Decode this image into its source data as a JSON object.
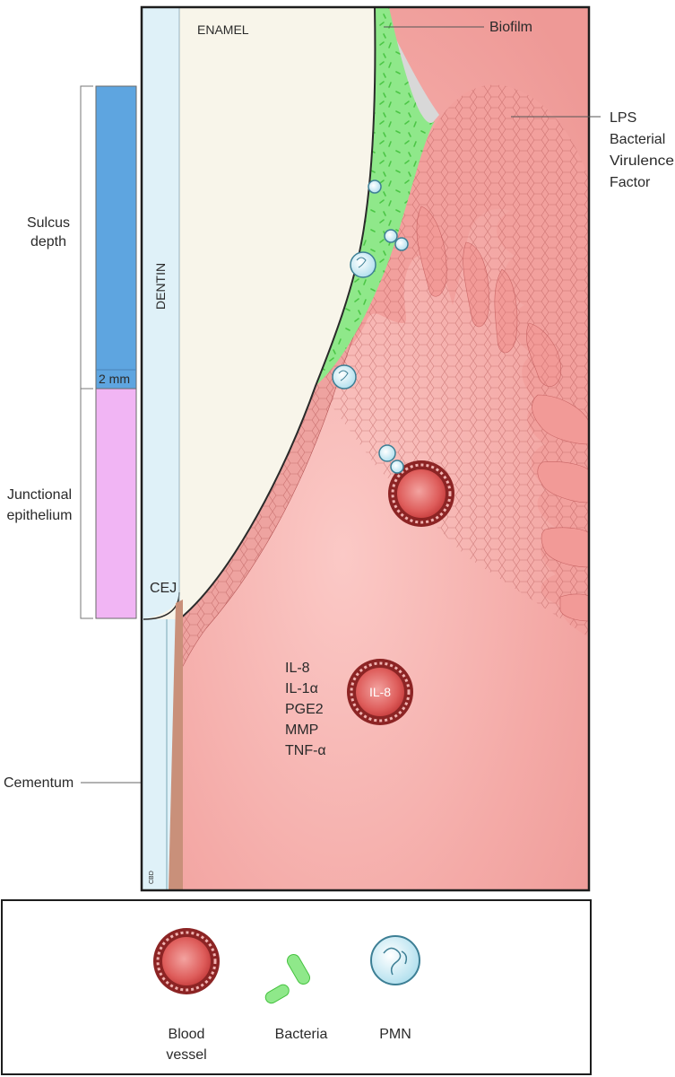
{
  "labels": {
    "enamel": "ENAMEL",
    "dentin": "DENTIN",
    "biofilm": "Biofilm",
    "lps": [
      "LPS",
      "Bacterial",
      "Virulence",
      "Factor"
    ],
    "sulcus_depth": [
      "Sulcus",
      "depth"
    ],
    "two_mm": "2 mm",
    "junctional_epithelium": [
      "Junctional",
      "epithelium"
    ],
    "cej": "CEJ",
    "cementum": "Cementum",
    "vessel_label": "IL-8",
    "credit": "CBD"
  },
  "mediators": [
    "IL-8",
    "IL-1α",
    "PGE2",
    "MMP",
    "TNF-α"
  ],
  "legend": {
    "blood_vessel": [
      "Blood",
      "vessel"
    ],
    "bacteria": "Bacteria",
    "pmn": "PMN"
  },
  "colors": {
    "sulcus_bar": "#5ea5e0",
    "junctional_bar": "#f1b5f4",
    "enamel": "#f8f5ea",
    "dentin": "#dff1f8",
    "biofilm": "#8fe88a",
    "gingiva": "#f4aaa7",
    "gingiva_dark": "#e27a7a",
    "vessel": "#d94b4b",
    "cementum": "#c9907a",
    "pmn": "#bfe7f2"
  }
}
